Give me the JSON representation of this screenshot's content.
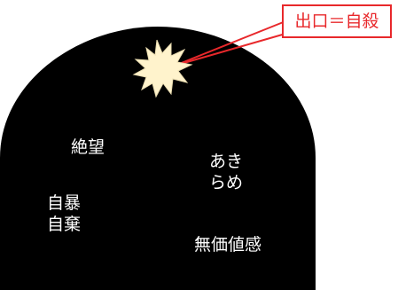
{
  "colors": {
    "tunnel": "#000000",
    "text": "#ffffff",
    "burst_fill": "#fff3cc",
    "callout_border": "#e8282b",
    "callout_text": "#e8282b"
  },
  "icons": {
    "burst": "starburst-icon"
  },
  "callout": {
    "label": "出口＝自殺"
  },
  "tunnel": {
    "words": {
      "despair": "絶望",
      "resignation_line1": "あき",
      "resignation_line2": "らめ",
      "self_abandon_line1": "自暴",
      "self_abandon_line2": "自棄",
      "worthlessness": "無価値感"
    }
  }
}
